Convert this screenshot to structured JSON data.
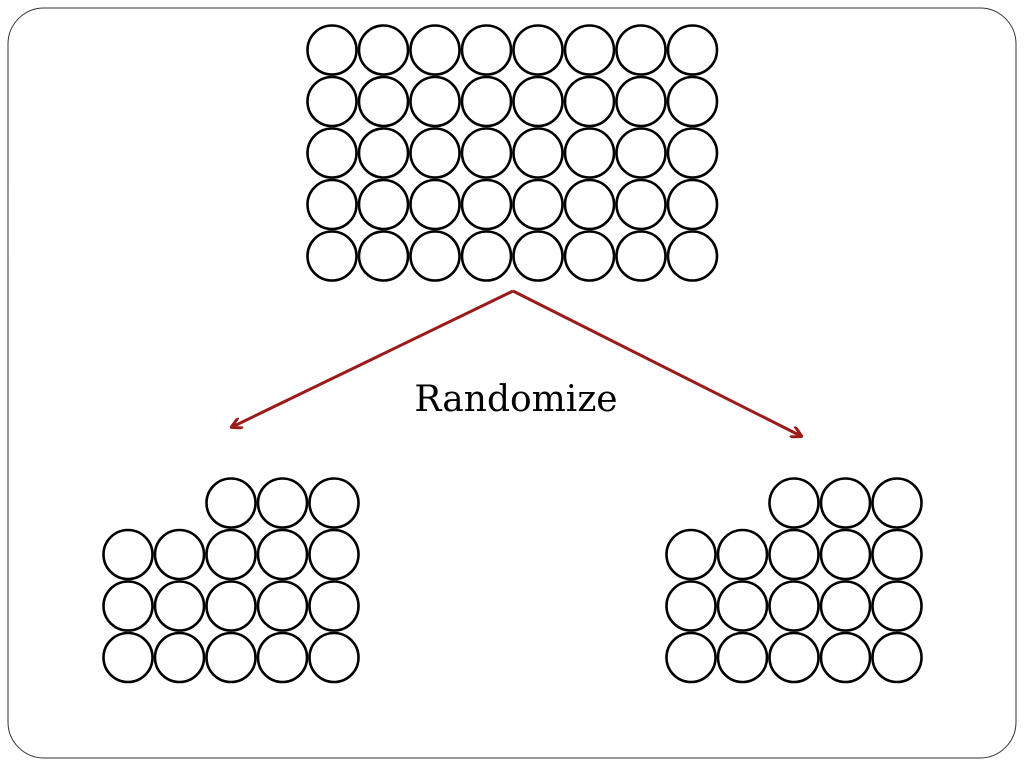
{
  "diagram": {
    "label": "Randomize",
    "arrow_color": "#9b1b1b",
    "circle_stroke": "#000000",
    "source_group": {
      "rows": 5,
      "cols": 8,
      "count": 40
    },
    "result_groups": [
      {
        "name": "left",
        "row_counts": [
          3,
          5,
          5,
          5
        ],
        "count": 18
      },
      {
        "name": "right",
        "row_counts": [
          3,
          5,
          5,
          5
        ],
        "count": 18
      }
    ]
  }
}
